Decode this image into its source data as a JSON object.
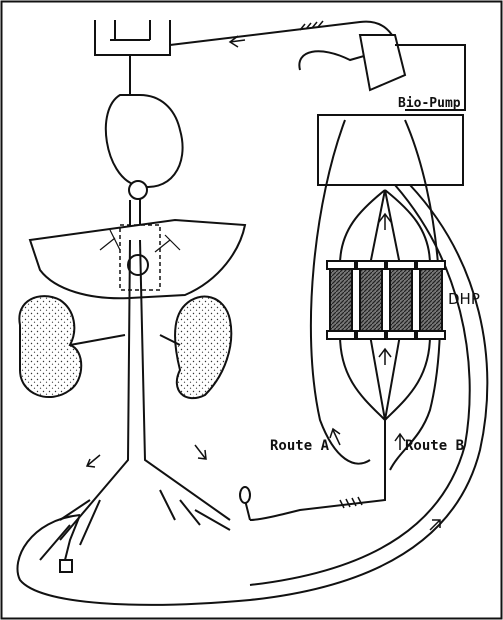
{
  "figure": {
    "labels": {
      "pump": "Bio-Pump",
      "columns": "DHP",
      "route_a": "Route A",
      "route_b": "Route B"
    },
    "column_count": 4,
    "colors": {
      "ink": "#111111",
      "organ_fill": "#ffffff",
      "column_fill": "#555555"
    }
  }
}
